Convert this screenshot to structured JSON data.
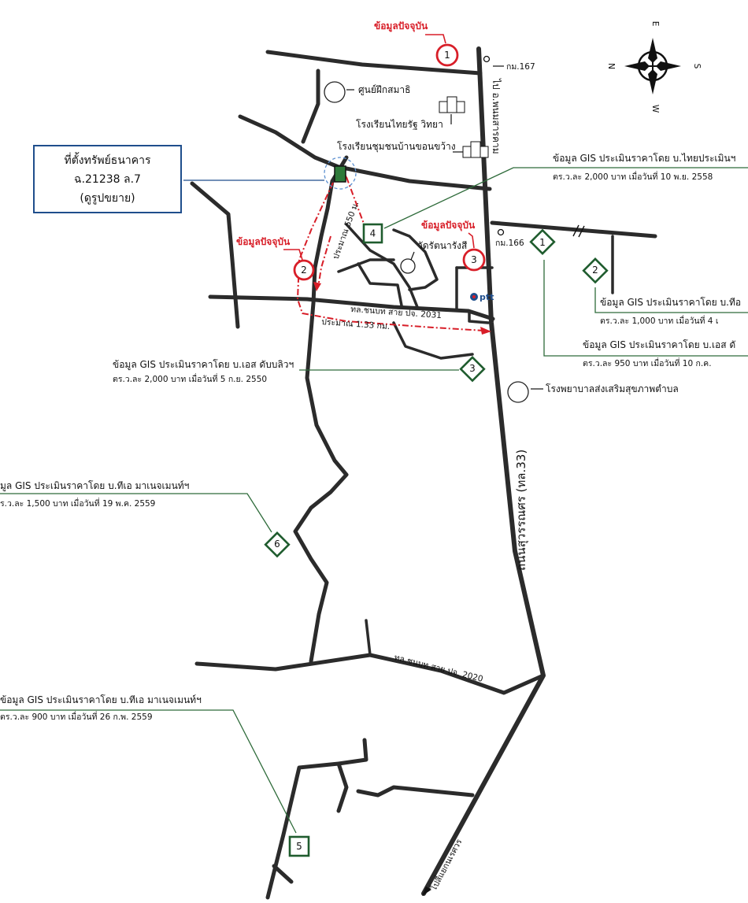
{
  "subject_box": {
    "title": "ที่ตั้งทรัพย์ธนาคาร",
    "deed": "ฉ.21238 ล.7",
    "note": "(ดูรูปขยาย)"
  },
  "current_data_label": "ข้อมูลปัจจุบัน",
  "current_markers": [
    "1",
    "2",
    "3"
  ],
  "gis_markers": [
    "1",
    "2",
    "3",
    "4",
    "5",
    "6"
  ],
  "compass": {
    "n": "N",
    "e": "E",
    "s": "S",
    "w": "W"
  },
  "km_labels": {
    "km167": "กม.167",
    "km166": "กม.166"
  },
  "roads": {
    "to_district": "ไป อ.พนมสารคาม",
    "main_highway": "ถนนสุวรรณศร (ทล.33)",
    "road_2031": "ทล.ชนบท สาย ปจ. 2031",
    "road_2020": "ทล.ชนบท สาย ปจ. 2020",
    "to_junction": "ไปสี่แยกนเรศวร"
  },
  "distances": {
    "d550": "ประมาณ 550 ม.",
    "d133": "ประมาณ 1.33 กม."
  },
  "landmarks": {
    "training_center": "ศูนย์ฝึกสมาธิ",
    "school_1": "โรงเรียนไทยรัฐ วิทยา",
    "school_2": "โรงเรียนชุมชนบ้านขอนขว้าง",
    "temple": "วัดรัตนารังสี",
    "hospital": "โรงพยาบาลส่งเสริมสุขภาพตำบล",
    "ptt": "ptt"
  },
  "gis_notes": [
    {
      "id": "4",
      "line1": "ข้อมูล GIS  ประเมินราคาโดย บ.ไทยประเมินฯ",
      "line2": "ตร.ว.ละ  2,000  บาท  เมื่อวันที่ 10 พ.ย.  2558"
    },
    {
      "id": "2",
      "line1": "ข้อมูล GIS  ประเมินราคาโดย บ.ทีอ",
      "line2": "ตร.ว.ละ  1,000  บาท  เมื่อวันที่ 4 เ"
    },
    {
      "id": "1",
      "line1": "ข้อมูล GIS  ประเมินราคาโดย บ.เอส ดั",
      "line2": "ตร.ว.ละ  950  บาท  เมื่อวันที่ 10 ก.ค."
    },
    {
      "id": "3",
      "line1": "ข้อมูล GIS  ประเมินราคาโดย บ.เอส ดับบลิวฯ",
      "line2": "ตร.ว.ละ  2,000  บาท  เมื่อวันที่ 5 ก.ย.  2550"
    },
    {
      "id": "6",
      "line1": "มูล GIS  ประเมินราคาโดย บ.ทีเอ มาเนจเมนท์ฯ",
      "line2": "ร.ว.ละ  1,500  บาท  เมื่อวันที่ 19 พ.ค.  2559"
    },
    {
      "id": "5",
      "line1": "ข้อมูล GIS  ประเมินราคาโดย บ.ทีเอ มาเนจเมนท์ฯ",
      "line2": "ตร.ว.ละ  900  บาท  เมื่อวันที่ 26 ก.พ. 2559"
    }
  ]
}
